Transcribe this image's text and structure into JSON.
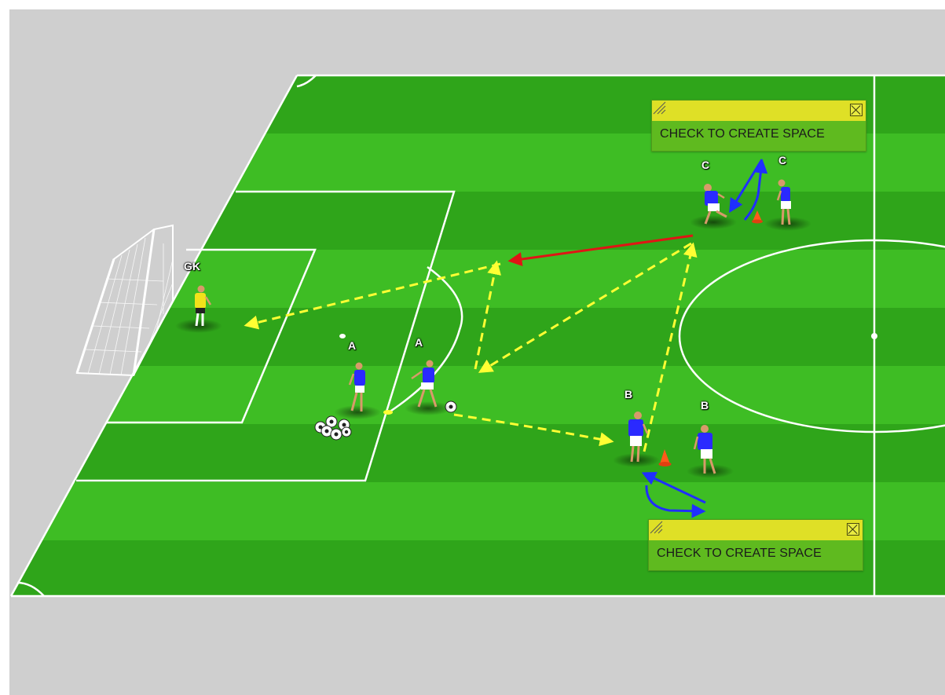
{
  "colors": {
    "background": "#cfcfcf",
    "pitch_stripe_dark": "#2fa51a",
    "pitch_stripe_light": "#3ebd24",
    "pitch_lines": "#ffffff",
    "team_kit": "#2a2aff",
    "goalkeeper_kit": "#f2e21a",
    "pass_arrow": "#ffff33",
    "long_pass_arrow": "#e01515",
    "movement_arrow": "#1f2fff",
    "note_bar": "#dfe026",
    "note_body": "#5fba1f"
  },
  "notes": [
    {
      "id": "note-top",
      "text": "CHECK TO CREATE SPACE",
      "icon": "close-icon"
    },
    {
      "id": "note-bottom",
      "text": "CHECK TO CREATE SPACE",
      "icon": "close-icon"
    }
  ],
  "players": [
    {
      "label": "GK",
      "role": "goalkeeper"
    },
    {
      "label": "A",
      "role": "player"
    },
    {
      "label": "A",
      "role": "player"
    },
    {
      "label": "B",
      "role": "player"
    },
    {
      "label": "B",
      "role": "player"
    },
    {
      "label": "C",
      "role": "player"
    },
    {
      "label": "C",
      "role": "player"
    }
  ],
  "equipment": [
    "goal",
    "ball-pile",
    "ball",
    "cone",
    "cone"
  ]
}
